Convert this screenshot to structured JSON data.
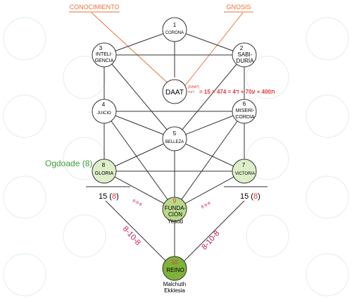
{
  "top_labels": {
    "left": "CONOCIMIENTO",
    "right": "GNOSIS"
  },
  "nodes": {
    "corona": {
      "number": "1",
      "name": "CORONA"
    },
    "inteligencia": {
      "number": "3",
      "name_line1": "INTELI-",
      "name_line2": "GENCIA"
    },
    "sabiduria": {
      "number": "2",
      "name_line1": "SABI-",
      "name_line2": "DURÍA"
    },
    "daat": {
      "name": "DAAT"
    },
    "juicio": {
      "number": "4",
      "name": "JUICIO"
    },
    "misericordia": {
      "number": "6",
      "name_line1": "MISERI-",
      "name_line2": "CORDIA"
    },
    "belleza": {
      "number": "5",
      "name": "BELLEZA"
    },
    "gloria": {
      "number": "8",
      "name": "GLORIA"
    },
    "victoria": {
      "number": "7",
      "name": "VICTORIA"
    },
    "fundacion": {
      "number": "9",
      "name_line1": "FUNDA-",
      "name_line2": "CIÓN"
    },
    "reino": {
      "number": "10",
      "name": "REINO"
    }
  },
  "daat_annotation": {
    "small_top": "(DAAT)",
    "small_bottom": "דעת",
    "formula": "= ת400 + ע70 + ד4 = 474 = 15"
  },
  "ogdoade": "Ogdoade (8)",
  "fifteen_left": {
    "prefix": "15 (",
    "highlight": "8",
    "suffix": ")"
  },
  "fifteen_right": {
    "prefix": "15 (",
    "highlight": "8",
    "suffix": ")"
  },
  "mid_left": "8-9-8",
  "mid_right": "8-9-8",
  "lower_left": "8-10-8",
  "lower_right": "8-10-8",
  "yesod_label": "Yesod",
  "malchuth_line1": "Malchuth",
  "malchuth_line2": "Ekklesia",
  "colors": {
    "orange_line": "#e8733a",
    "red_text": "#e53935",
    "magenta": "#c2185b",
    "green_title": "#3a9b3a",
    "node_light_green": "#dcefc8",
    "node_mid_green": "#b9d98a",
    "node_dark_green": "#7fb23a",
    "watermark": "#cfe6e1"
  }
}
